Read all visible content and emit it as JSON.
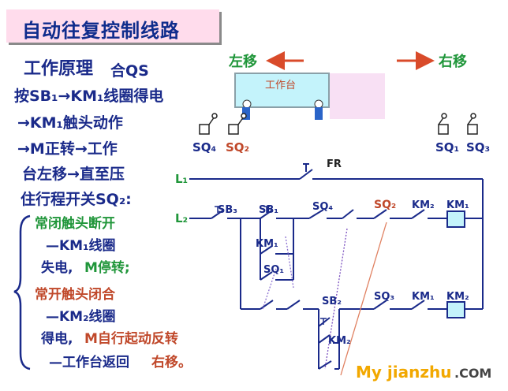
{
  "title": "自动往复控制线路",
  "principle": {
    "heading": "工作原理",
    "qs": "合QS"
  },
  "text_lines": {
    "l1": "按SB₁→KM₁线圈得电",
    "l2": "→KM₁触头动作",
    "l3": "→M正转→工作",
    "l4": "台左移→直至压",
    "l5": "住行程开关SQ₂:"
  },
  "nc_block": {
    "heading": "常闭触头断开",
    "b1": "—KM₁线圈",
    "b2a": "失电,",
    "b2b": "M停转;"
  },
  "no_block": {
    "heading": "常开触头闭合",
    "b1": "—KM₂线圈",
    "b2a": "得电,",
    "b2b": "M自行起动反转",
    "b3a": "—工作台返回",
    "b3b": "右移。"
  },
  "diagram": {
    "move_left": "左移",
    "move_right": "右移",
    "table": "工作台",
    "sq4": "SQ₄",
    "sq2": "SQ₂",
    "sq1": "SQ₁",
    "sq3": "SQ₃",
    "fr": "FR",
    "l1": "L₁",
    "l2": "L₂",
    "sb3": "SB₃",
    "sb1": "SB₁",
    "sb2": "SB₂",
    "km1": "KM₁",
    "km2": "KM₂"
  },
  "watermark": {
    "site": "My jianzhu",
    "com": ".COM"
  },
  "colors": {
    "title_bg": "#ffdcec",
    "text_blue": "#1a2a8a",
    "text_green": "#20963a",
    "text_orange": "#c0482a",
    "arrow_red": "#d94b2a",
    "table_fill": "#c4f3fb",
    "coil_fill": "#c4f3fb",
    "watermark": "#f2a800"
  }
}
